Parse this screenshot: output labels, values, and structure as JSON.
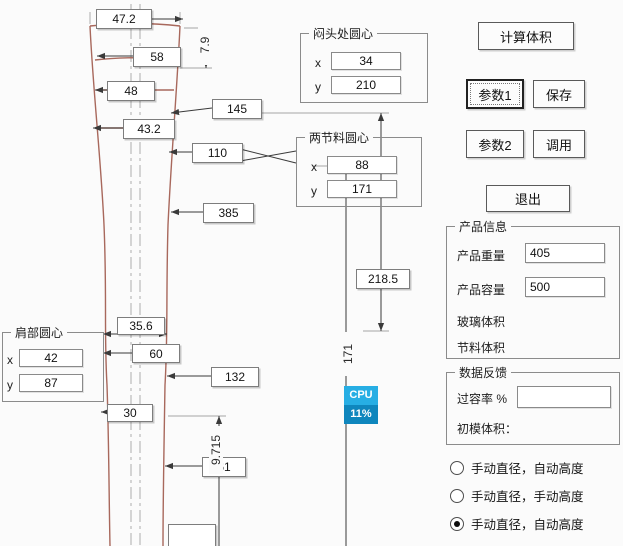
{
  "dims": {
    "top_width": "47.2",
    "d58": "58",
    "d48": "48",
    "d79": "7.9",
    "d145": "145",
    "d432": "43.2",
    "d110": "110",
    "d385": "385",
    "d2185": "218.5",
    "d356": "35.6",
    "d60": "60",
    "d132": "132",
    "d30": "30",
    "d171": "171",
    "d61": "61",
    "d9715": "9.715",
    "d_bottom": ""
  },
  "groups": {
    "cap_center": {
      "title": "闷头处圆心",
      "x_label": "x",
      "x_value": "34",
      "y_label": "y",
      "y_value": "210"
    },
    "gob_center": {
      "title": "两节料圆心",
      "x_label": "x",
      "x_value": "88",
      "y_label": "y",
      "y_value": "171"
    },
    "shoulder_center": {
      "title": "肩部圆心",
      "x_label": "x",
      "x_value": "42",
      "y_label": "y",
      "y_value": "87"
    }
  },
  "cpu_badge": {
    "line1": "CPU",
    "line2": "11%"
  },
  "panel": {
    "calc_volume_button": "计算体积",
    "param1_button": "参数1",
    "save_button": "保存",
    "param2_button": "参数2",
    "load_button": "调用",
    "exit_button": "退出",
    "product_info": {
      "title": "产品信息",
      "weight_label": "产品重量",
      "weight_value": "405",
      "capacity_label": "产品容量",
      "capacity_value": "500",
      "glass_volume_label": "玻璃体积",
      "saving_volume_label": "节料体积"
    },
    "feedback": {
      "title": "数据反馈",
      "rate_label": "过容率 %",
      "rate_value": "",
      "mold_label": "初模体积："
    },
    "radios": [
      {
        "label": "手动直径，自动高度",
        "selected": false
      },
      {
        "label": "手动直径，手动高度",
        "selected": false
      },
      {
        "label": "手动直径，自动高度",
        "selected": true
      }
    ]
  },
  "colors": {
    "profile_stroke": "#a8685c",
    "dimension_stroke": "#3a3a3a",
    "cpu_top": "#27aee4",
    "cpu_bottom": "#0f86bd"
  }
}
